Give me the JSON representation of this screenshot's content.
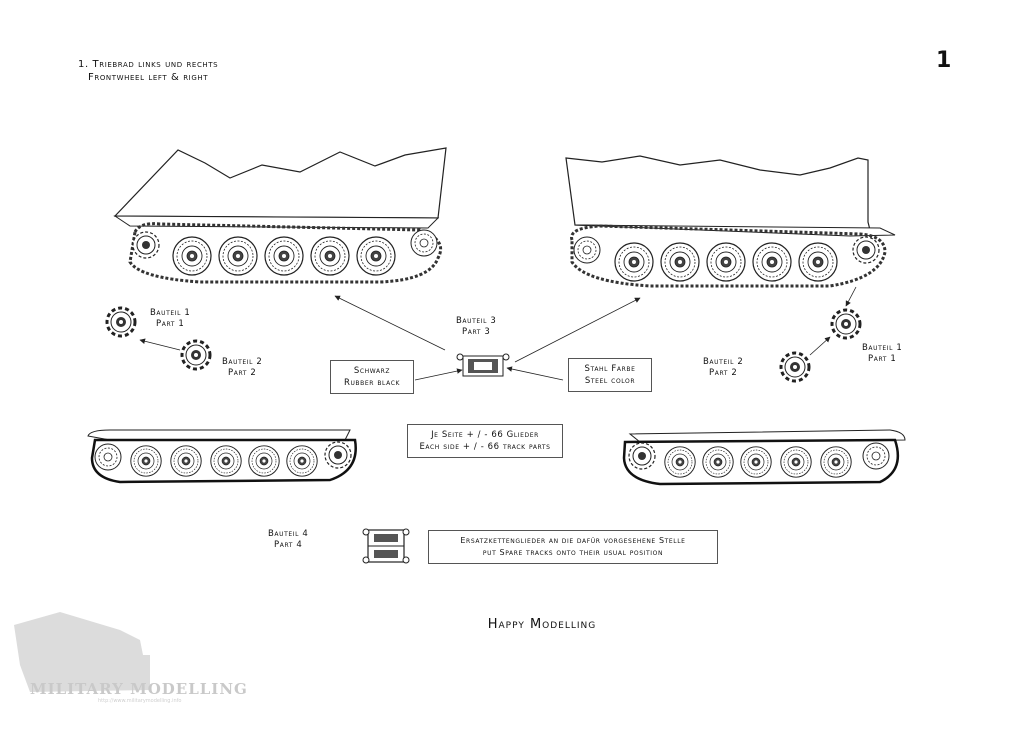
{
  "heading": {
    "line1": "1. Triebrad links und rechts",
    "line2": "Frontwheel left & right"
  },
  "page_number": "1",
  "labels": {
    "part1_left": {
      "de": "Bauteil 1",
      "en": "Part 1"
    },
    "part2_left": {
      "de": "Bauteil 2",
      "en": "Part 2"
    },
    "part3": {
      "de": "Bauteil 3",
      "en": "Part 3"
    },
    "part2_right": {
      "de": "Bauteil 2",
      "en": "Part 2"
    },
    "part1_right": {
      "de": "Bauteil 1",
      "en": "Part 1"
    },
    "part4": {
      "de": "Bauteil 4",
      "en": "Part 4"
    }
  },
  "boxes": {
    "rubber": {
      "de": "Schwarz",
      "en": "Rubber black"
    },
    "steel": {
      "de": "Stahl Farbe",
      "en": "Steel color"
    },
    "tracks": {
      "de": "Je Seite + / - 66 Glieder",
      "en": "Each side + / - 66 track parts"
    },
    "spare": {
      "de": "Ersatzkettenglieder an die dafür vorgesehene Stelle",
      "en": "put Spare tracks onto their usual position"
    }
  },
  "footer": "Happy Modelling",
  "watermark": {
    "name": "MILITARY MODELLING",
    "url": "http://www.militarymodelling.info"
  },
  "colors": {
    "line": "#222222",
    "box_border": "#555555",
    "watermark": "#c9c9c9"
  }
}
